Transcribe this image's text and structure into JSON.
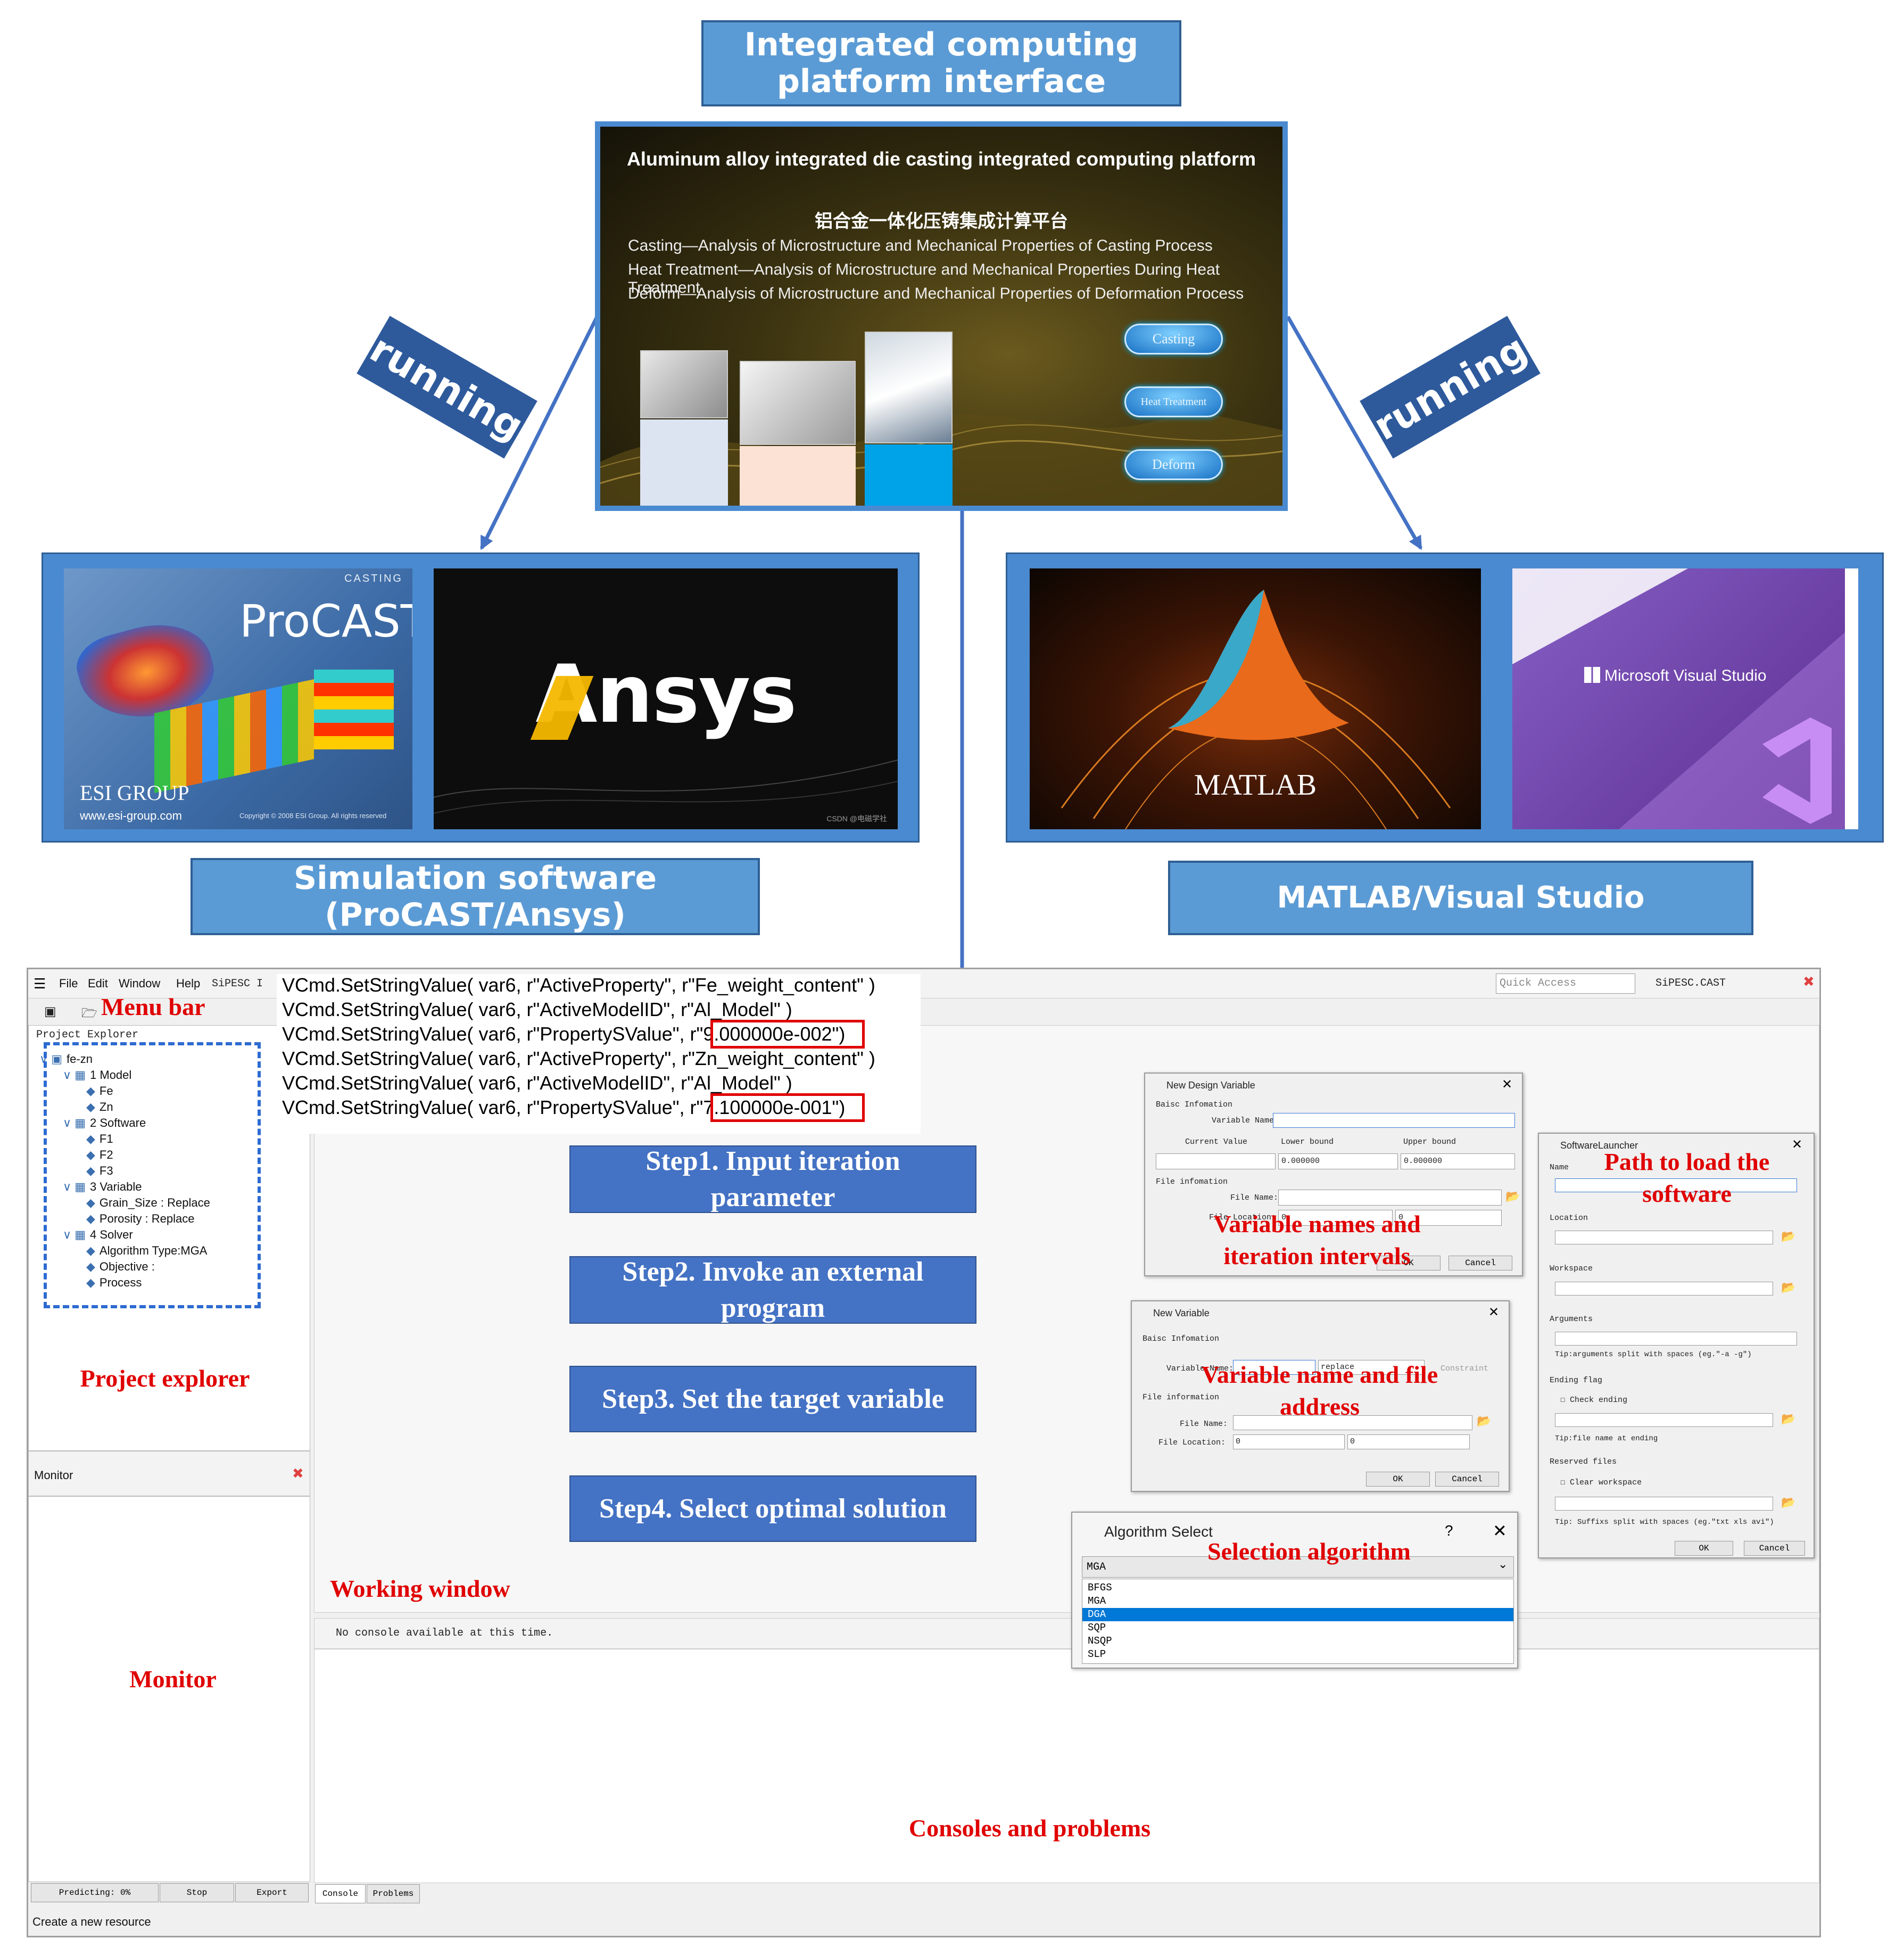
{
  "header": {
    "title": "Integrated computing\nplatform interface"
  },
  "running_labels": [
    "running",
    "running"
  ],
  "platform_screen": {
    "title_en": "Aluminum alloy integrated die casting integrated computing platform",
    "title_zh": "铝合金一体化压铸集成计算平台",
    "lines": [
      "Casting—Analysis of Microstructure and Mechanical Properties of Casting Process",
      "Heat Treatment—Analysis of Microstructure and Mechanical Properties During Heat Treatment",
      "Deform—Analysis of Microstructure and Mechanical Properties of Deformation Process"
    ],
    "buttons": [
      "Casting",
      "Heat Treatment",
      "Deform"
    ]
  },
  "software_left": {
    "procast_tag": "CASTING",
    "procast_name": "ProCAST",
    "esi_logo": "ESI GROUP",
    "esi_url": "www.esi-group.com",
    "esi_copyright": "Copyright © 2008 ESI Group. All rights reserved",
    "ansys_name": "Ansys",
    "ansys_watermark": "CSDN @电磁学社",
    "caption": "Simulation software\n(ProCAST/Ansys)"
  },
  "software_right": {
    "matlab_name": "MATLAB",
    "vs_name": "Microsoft Visual Studio",
    "caption": "MATLAB/Visual Studio"
  },
  "ide": {
    "menu": [
      "File",
      "Edit",
      "Window",
      "Help"
    ],
    "perspective": "SiPESC I",
    "quick_access": "Quick Access",
    "top_right_label": "SiPESC.CAST",
    "project_explorer_tab": "Project Explorer",
    "tree": [
      {
        "label": "fe-zn",
        "level": 0
      },
      {
        "label": "1 Model",
        "level": 1
      },
      {
        "label": "Fe",
        "level": 2
      },
      {
        "label": "Zn",
        "level": 2
      },
      {
        "label": "2 Software",
        "level": 1
      },
      {
        "label": "F1",
        "level": 2
      },
      {
        "label": "F2",
        "level": 2
      },
      {
        "label": "F3",
        "level": 2
      },
      {
        "label": "3 Variable",
        "level": 1
      },
      {
        "label": "Grain_Size : Replace",
        "level": 2
      },
      {
        "label": "Porosity : Replace",
        "level": 2
      },
      {
        "label": "4 Solver",
        "level": 1
      },
      {
        "label": "Algorithm Type:MGA",
        "level": 2
      },
      {
        "label": "Objective :",
        "level": 2
      },
      {
        "label": "Process",
        "level": 2
      }
    ],
    "monitor_tab": "Monitor",
    "monitor_buttons": [
      "Predicting: 0%",
      "Stop",
      "Export"
    ],
    "console_message": "No console available at this time.",
    "console_tabs": [
      "Console",
      "Problems"
    ],
    "status_bar": "Create a new resource",
    "code_lines": [
      "VCmd.SetStringValue( var6, r\"ActiveProperty\", r\"Fe_weight_content\" )",
      "VCmd.SetStringValue( var6, r\"ActiveModelID\", r\"Al_Model\" )",
      "VCmd.SetStringValue( var6, r\"PropertySValue\", r\"9.000000e-002\")",
      "VCmd.SetStringValue( var6, r\"ActiveProperty\", r\"Zn_weight_content\" )",
      "VCmd.SetStringValue( var6, r\"ActiveModelID\", r\"Al_Model\" )",
      "VCmd.SetStringValue( var6, r\"PropertySValue\", r\"7.100000e-001\")"
    ],
    "highlighted_values": [
      "\"9.000000e-002\"",
      "\"7.100000e-001\""
    ]
  },
  "steps": [
    "Step1. Input iteration\nparameter",
    "Step2. Invoke an external\nprogram",
    "Step3. Set the target variable",
    "Step4. Select optimal solution"
  ],
  "annotations": {
    "menu_bar": "Menu bar",
    "project_explorer": "Project explorer",
    "monitor": "Monitor",
    "working_window": "Working window",
    "consoles": "Consoles and problems",
    "variable_intervals": "Variable names and\niteration intervals",
    "variable_file": "Variable name and file\naddress",
    "path_load": "Path to load the\nsoftware",
    "selection_algorithm": "Selection algorithm"
  },
  "dialog_design_variable": {
    "title": "New Design Variable",
    "group_basic": "Baisc Infomation",
    "variable_name_label": "Variable Name:",
    "current_value": "Current Value",
    "lower_bound": "Lower bound",
    "upper_bound": "Upper bound",
    "lower_value": "0.000000",
    "upper_value": "0.000000",
    "group_file": "File infomation",
    "file_name_label": "File Name:",
    "file_location_label": "File Location:",
    "loc_a": "0",
    "loc_b": "0",
    "ok": "OK",
    "cancel": "Cancel"
  },
  "dialog_new_variable": {
    "title": "New Variable",
    "group_basic": "Baisc Infomation",
    "variable_name_label": "Variable Name:",
    "replace_value": "replace",
    "constraint": "Constraint",
    "group_file": "File information",
    "file_name_label": "File Name:",
    "file_location_label": "File Location:",
    "loc_a": "0",
    "loc_b": "0",
    "ok": "OK",
    "cancel": "Cancel"
  },
  "dialog_launcher": {
    "title": "SoftwareLauncher",
    "name": "Name",
    "location": "Location",
    "workspace": "Workspace",
    "arguments": "Arguments",
    "args_tip": "Tip:arguments split with spaces (eg.\"-a -g\")",
    "ending_flag": "Ending flag",
    "check_ending": "Check ending",
    "ending_tip": "Tip:file name at ending",
    "reserved": "Reserved files",
    "clear_ws": "Clear workspace",
    "reserved_tip": "Tip: Suffixs split with spaces (eg.\"txt xls avi\")",
    "ok": "OK",
    "cancel": "Cancel"
  },
  "dialog_algorithm": {
    "title": "Algorithm Select",
    "selected": "MGA",
    "options": [
      "BFGS",
      "MGA",
      "DGA",
      "SQP",
      "NSQP",
      "SLP"
    ],
    "highlighted": "DGA"
  },
  "colors": {
    "accent_blue": "#5b9bd5",
    "step_blue": "#4472c4",
    "annotation_red": "#e00000",
    "arrow": "#4472c4"
  }
}
